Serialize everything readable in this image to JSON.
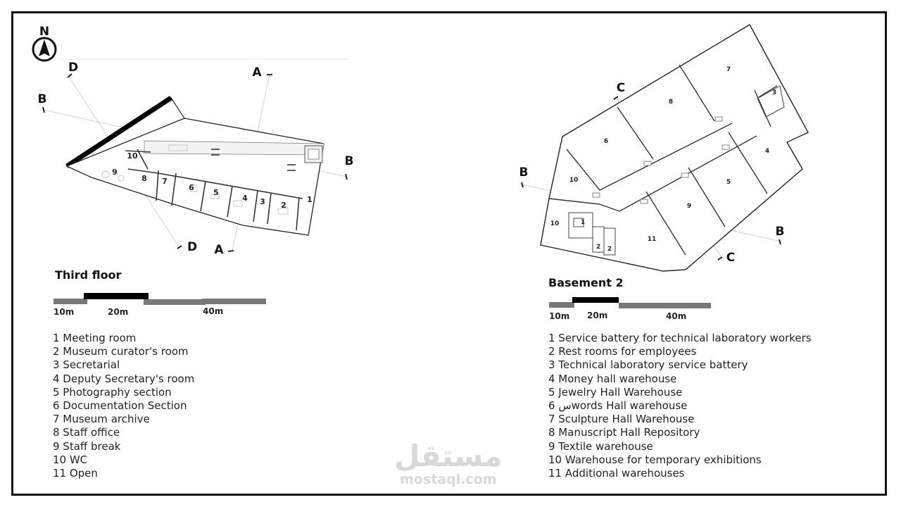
{
  "north_label": "N",
  "third_floor": {
    "title": "Third floor",
    "section_labels": {
      "a_top": "A",
      "a_bottom": "A",
      "b_left": "B",
      "b_right": "B",
      "d_top": "D",
      "d_bottom": "D"
    },
    "room_numbers": {
      "r1": "1",
      "r2": "2",
      "r3": "3",
      "r4": "4",
      "r5": "5",
      "r6": "6",
      "r7": "7",
      "r8": "8",
      "r9": "9",
      "r10": "10"
    },
    "scale": {
      "label_10": "10m",
      "label_20": "20m",
      "label_40": "40m"
    },
    "legend": [
      "1 Meeting room",
      "2 Museum curator's room",
      "3 Secretarial",
      "4 Deputy Secretary's room",
      "5 Photography section",
      "6 Documentation Section",
      "7 Museum archive",
      "8 Staff office",
      "9 Staff break",
      "10 WC",
      "11 Open"
    ]
  },
  "basement_2": {
    "title": "Basement 2",
    "section_labels": {
      "b_left": "B",
      "b_right": "B",
      "c_top": "C",
      "c_bottom": "C"
    },
    "room_numbers": {
      "r1": "1",
      "r2a": "2",
      "r2b": "2",
      "r3": "3",
      "r4": "4",
      "r5": "5",
      "r6": "6",
      "r7": "7",
      "r8": "8",
      "r9": "9",
      "r10a": "10",
      "r10b": "10",
      "r11": "11"
    },
    "scale": {
      "label_10": "10m",
      "label_20": "20m",
      "label_40": "40m"
    },
    "legend": [
      "1 Service battery for technical laboratory workers",
      "2 Rest rooms for employees",
      "3 Technical laboratory service battery",
      "4 Money hall warehouse",
      "5 Jewelry Hall Warehouse",
      "6 سwords Hall warehouse",
      "7 Sculpture Hall Warehouse",
      "8 Manuscript Hall Repository",
      "9 Textile warehouse",
      "10 Warehouse for temporary exhibitions",
      "11 Additional warehouses"
    ]
  },
  "watermark": {
    "arabic": "مستقل",
    "latin": "mostaql.com"
  }
}
